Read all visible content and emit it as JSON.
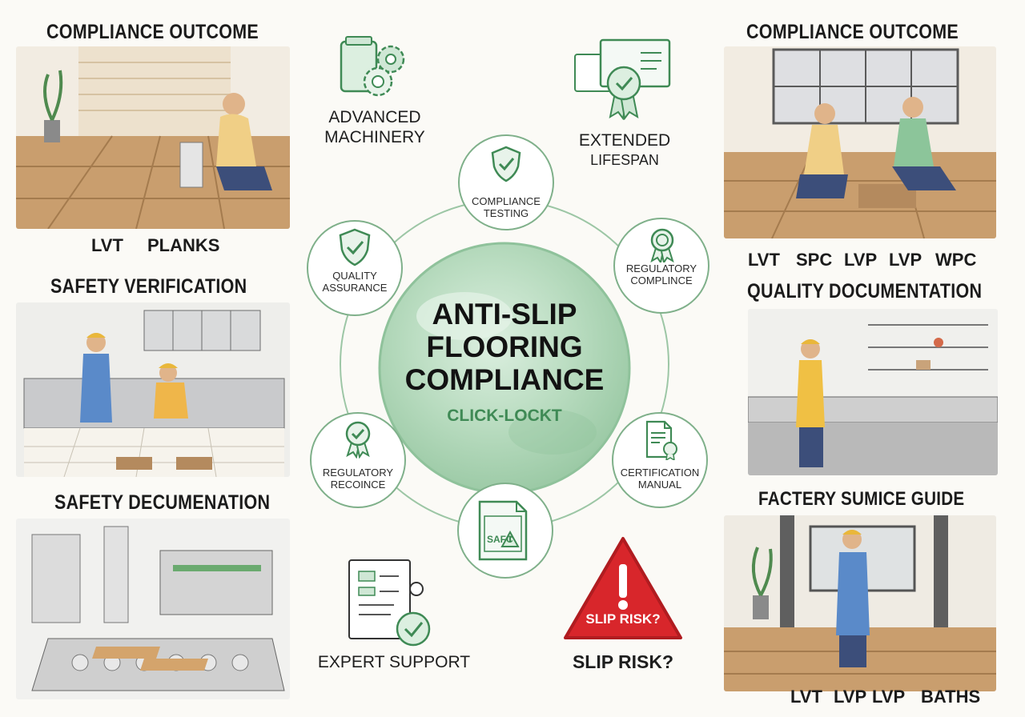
{
  "center": {
    "title_lines": [
      "ANTI-SLIP",
      "FLOORING",
      "COMPLIANCE"
    ],
    "subtitle": "CLICK-LOCKT"
  },
  "nodes": {
    "top": [
      "COMPLIANCE",
      "TESTING"
    ],
    "upper_right": [
      "REGULATORY",
      "COMPLINCE"
    ],
    "lower_right": [
      "CERTIFICATION",
      "MANUAL"
    ],
    "bottom": {
      "icon_text": "SAFC"
    },
    "lower_left": [
      "REGULATORY",
      "RECOINCE"
    ],
    "upper_left": [
      "QUALITY",
      "ASSURANCE"
    ]
  },
  "features": {
    "advanced_machinery": [
      "ADVANCED",
      "MACHINERY"
    ],
    "extended_lifespan": [
      "EXTENDED",
      "LIFESPAN"
    ],
    "expert_support": "EXPERT SUPPORT",
    "slip_risk_sign": "SLIP RISK?",
    "slip_risk_label": "SLIP RISK?"
  },
  "left_panels": [
    {
      "heading": "COMPLIANCE OUTCOME",
      "captions": [
        "LVT",
        "PLANKS"
      ]
    },
    {
      "heading": "SAFETY VERIFICATION"
    },
    {
      "heading": "SAFETY DECUMENATION"
    }
  ],
  "right_panels": [
    {
      "heading": "COMPLIANCE OUTCOME",
      "captions": [
        "LVT",
        "SPC",
        "LVP",
        "LVP",
        "WPC"
      ]
    },
    {
      "heading": "QUALITY DOCUMENTATION"
    },
    {
      "heading": "FACTERY SUMICE GUIDE",
      "captions": [
        "LVT",
        "LVP",
        "LVP",
        "BATHS"
      ]
    }
  ],
  "colors": {
    "accent_green": "#3f8a55",
    "node_border": "#7fb08a",
    "center_wash": "#a9d2b0",
    "warning_red": "#d8262b",
    "wood": "#c99e6e"
  }
}
